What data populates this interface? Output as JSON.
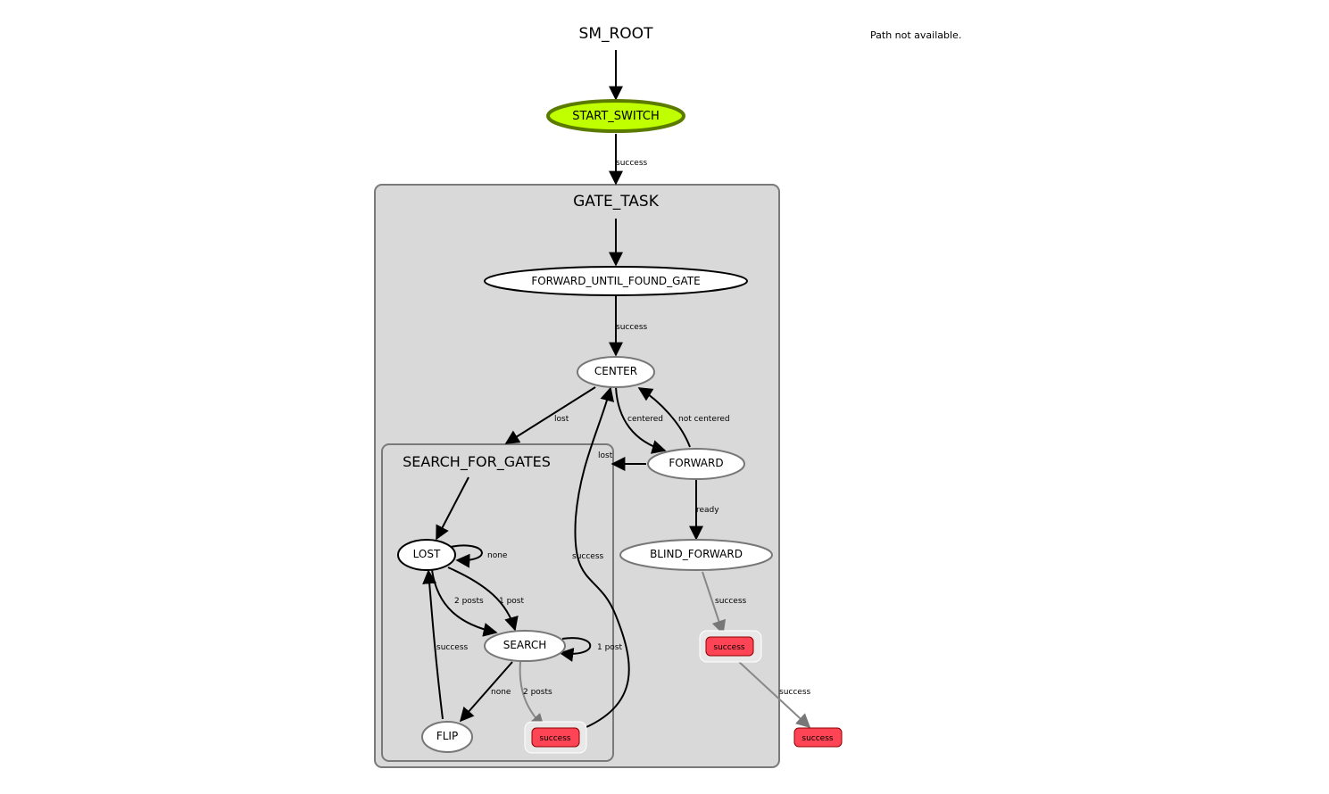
{
  "path_status": "Path not available.",
  "colors": {
    "active_fill": "#bfff00",
    "active_stroke": "#5b7a00",
    "container_fill": "#d9d9d9",
    "container_stroke": "#7a7a7a",
    "outcome_fill": "#ff4455",
    "outcome_stroke": "#8b0000",
    "state_fill": "#ffffff"
  },
  "root": {
    "title": "SM_ROOT"
  },
  "states": {
    "start_switch": "START_SWITCH",
    "forward_until_found_gate": "FORWARD_UNTIL_FOUND_GATE",
    "center": "CENTER",
    "forward": "FORWARD",
    "blind_forward": "BLIND_FORWARD",
    "lost": "LOST",
    "search": "SEARCH",
    "flip": "FLIP"
  },
  "containers": {
    "gate_task": "GATE_TASK",
    "search_for_gates": "SEARCH_FOR_GATES"
  },
  "outcomes": {
    "search_for_gates_success": "success",
    "gate_task_success": "success",
    "root_success": "success"
  },
  "edge_labels": {
    "start_switch_success": "success",
    "fufg_success": "success",
    "center_lost": "lost",
    "center_centered": "centered",
    "forward_not_centered": "not centered",
    "forward_lost": "lost",
    "forward_ready": "ready",
    "blind_forward_success": "success",
    "gate_task_success": "success",
    "lost_none": "none",
    "lost_2posts": "2 posts",
    "lost_1post": "1 post",
    "search_1post": "1 post",
    "search_none": "none",
    "search_2posts": "2 posts",
    "flip_success": "success",
    "sfg_success": "success"
  }
}
